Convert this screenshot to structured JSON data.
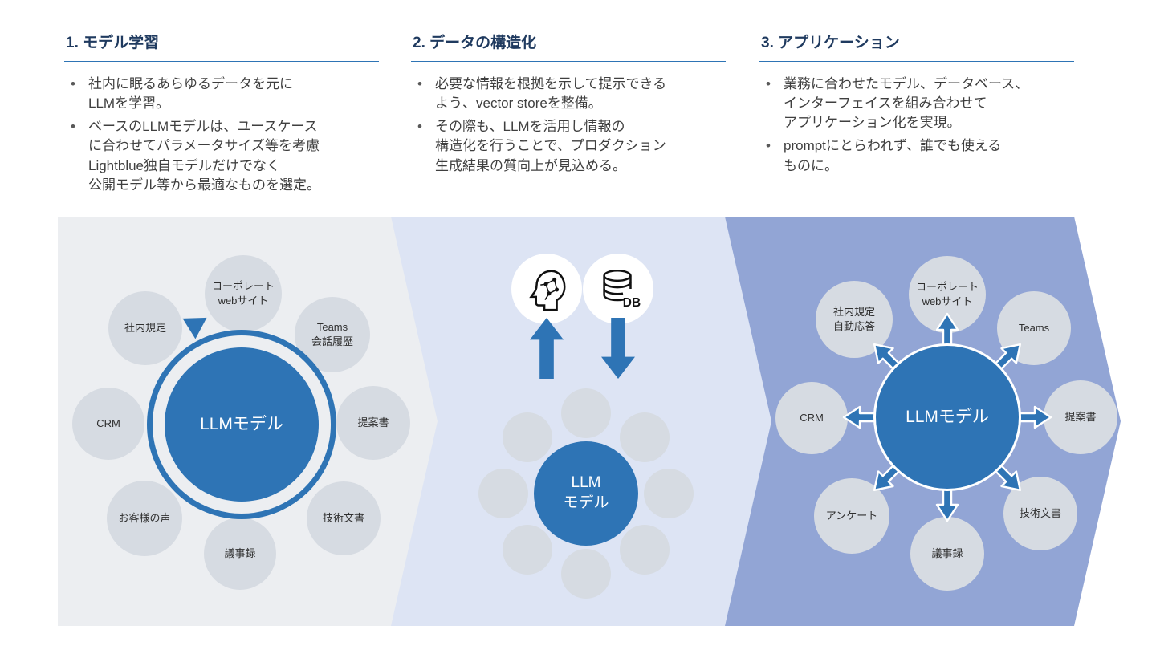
{
  "sections": [
    {
      "title": "1. モデル学習",
      "bullets": [
        "社内に眠るあらゆるデータを元に\nLLMを学習。",
        "ベースのLLMモデルは、ユースケース\nに合わせてパラメータサイズ等を考慮\nLightblue独自モデルだけでなく\n公開モデル等から最適なものを選定。"
      ]
    },
    {
      "title": "2. データの構造化",
      "bullets": [
        "必要な情報を根拠を示して提示できる\nよう、vector storeを整備。",
        "その際も、LLMを活用し情報の\n構造化を行うことで、プロダクション\n生成結果の質向上が見込める。"
      ]
    },
    {
      "title": "3. アプリケーション",
      "bullets": [
        "業務に合わせたモデル、データベース、\nインターフェイスを組み合わせて\nアプリケーション化を実現。",
        "promptにとらわれず、誰でも使える\nものに。"
      ]
    }
  ],
  "diagram": {
    "stage1": {
      "center_label": "LLMモデル",
      "bubbles": [
        "コーポレート\nwebサイト",
        "Teams\n会話履歴",
        "提案書",
        "技術文書",
        "議事録",
        "お客様の声",
        "CRM",
        "社内規定"
      ]
    },
    "stage2": {
      "center_label": "LLM\nモデル",
      "db_label": "DB",
      "icons": [
        "ai-brain-icon",
        "database-icon"
      ]
    },
    "stage3": {
      "center_label": "LLMモデル",
      "bubbles": [
        "コーポレート\nwebサイト",
        "Teams",
        "提案書",
        "技術文書",
        "議事録",
        "アンケート",
        "CRM",
        "社内規定\n自動応答"
      ]
    }
  },
  "colors": {
    "accent_blue": "#2e74b5",
    "stage1_bg": "#eceef1",
    "stage2_bg": "#dde4f4",
    "stage3_bg": "#92a5d5",
    "bubble_gray": "#d6dbe2",
    "heading_navy": "#1f3a5f"
  }
}
